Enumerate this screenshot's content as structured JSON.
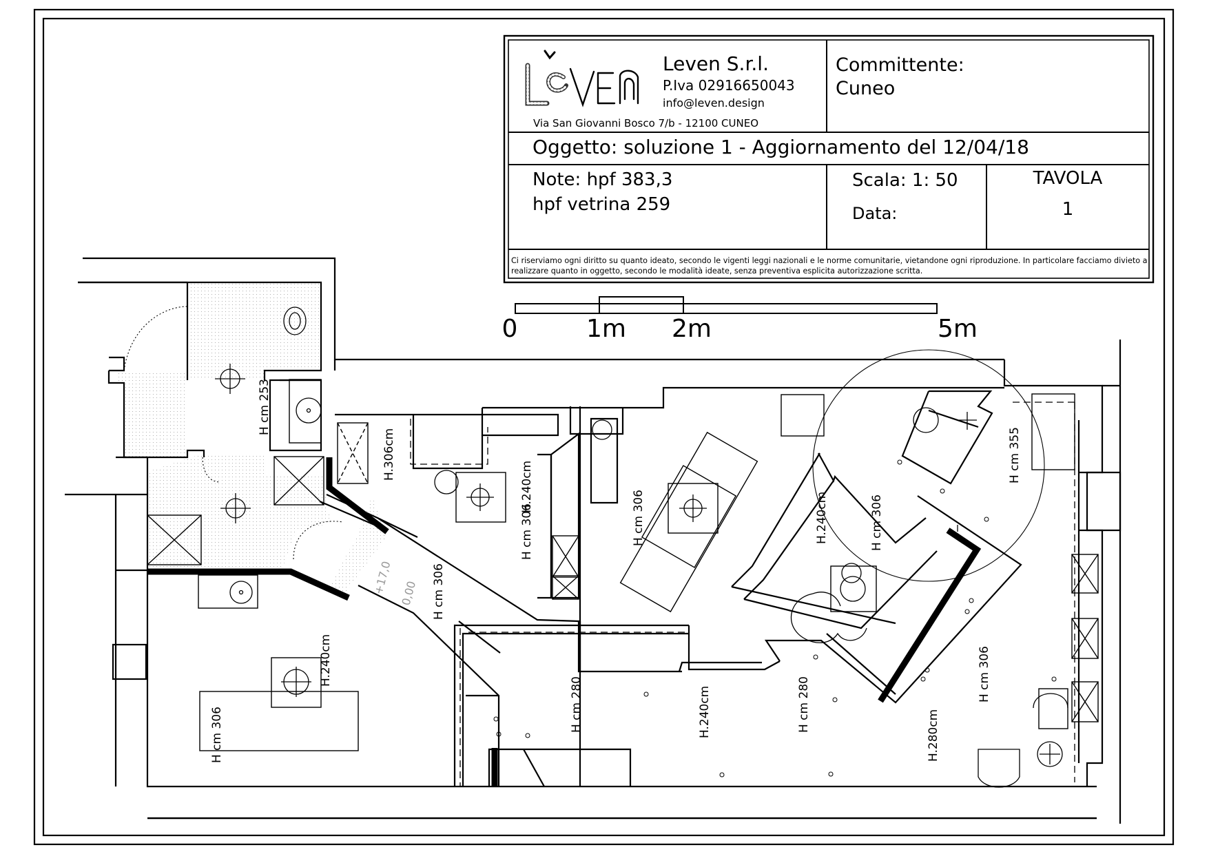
{
  "title_block": {
    "company_name": "Leven S.r.l.",
    "vat_number": "P.Iva 02916650043",
    "email": "info@leven.design",
    "address": "Via San Giovanni Bosco 7/b    -    12100    CUNEO",
    "client_label": "Committente:",
    "client_value": "Cuneo",
    "subject": "Oggetto: soluzione 1 - Aggiornamento del 12/04/18",
    "notes_line1": "Note:  hpf  383,3",
    "notes_line2": "hpf vetrina 259",
    "scale": "Scala:  1: 50",
    "date_label": "Data:",
    "sheet_label": "TAVOLA",
    "sheet_number": "1",
    "disclaimer": "Ci riserviamo ogni diritto su quanto ideato, secondo le vigenti leggi nazionali e le norme comunitarie, vietandone ogni riproduzione. In particolare facciamo divieto a realizzare quanto in oggetto, secondo le modalità ideate, senza preventiva esplicita autorizzazione scritta."
  },
  "scale_bar": {
    "labels": [
      "0",
      "1m",
      "2m",
      "5m"
    ]
  },
  "logo": {
    "icon": "leven-logo-icon"
  },
  "plan_labels": {
    "h253": "H cm 253",
    "h306_a": "H.306cm",
    "h240_a": "H.240cm",
    "h306_b": "H cm 306",
    "h306_c": "H cm 306",
    "h306_d": "H cm 306",
    "h240_b": "H.240cm",
    "h306_e": "H cm 306",
    "h355": "H cm 355",
    "h306_f": "H cm 306",
    "h240_c": "H.240cm",
    "h280_a": "H cm 280",
    "h240_d": "H.240cm",
    "h280_b": "H cm 280",
    "h280_c": "H.280cm",
    "h306_g": "H cm 306",
    "level_1": "+17,0",
    "level_2": "0,00"
  }
}
